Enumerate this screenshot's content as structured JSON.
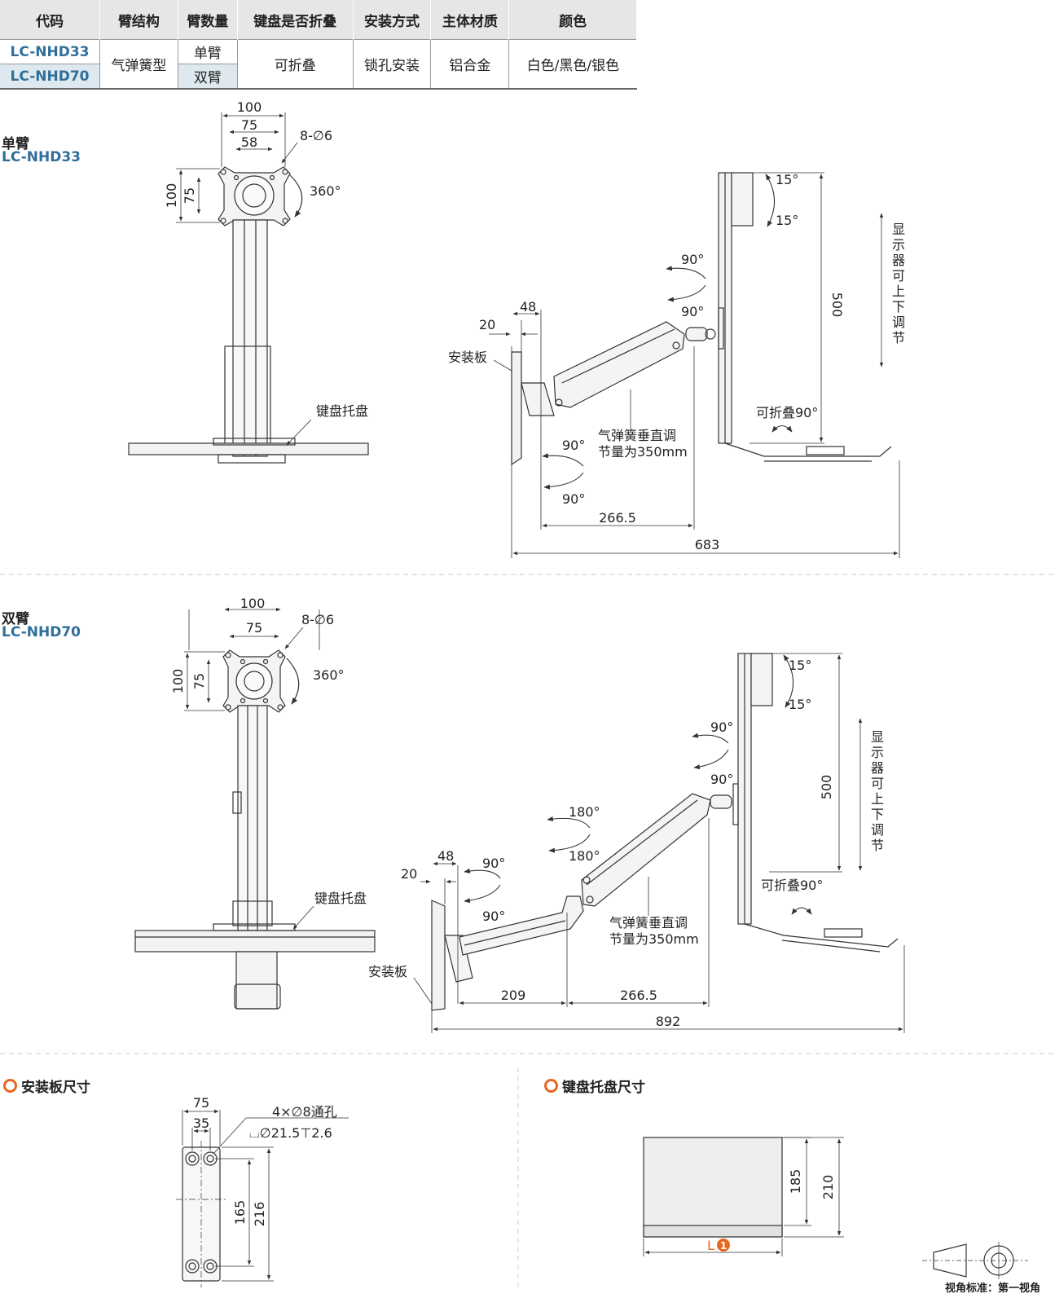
{
  "table": {
    "headers": [
      "代码",
      "臂结构",
      "臂数量",
      "键盘是否折叠",
      "安装方式",
      "主体材质",
      "颜色"
    ],
    "codes": [
      "LC-NHD33",
      "LC-NHD70"
    ],
    "structure": "气弹簧型",
    "arm_counts": [
      "单臂",
      "双臂"
    ],
    "keyboard_fold": "可折叠",
    "mounting": "锁孔安装",
    "material": "铝合金",
    "color": "白色/黑色/银色"
  },
  "single": {
    "title": "单臂",
    "code": "LC-NHD33",
    "front": {
      "w100": "100",
      "w75": "75",
      "w58": "58",
      "holes": "8-∅6",
      "h100": "100",
      "h75": "75",
      "rotate": "360°",
      "tray_label": "键盘托盘"
    },
    "side": {
      "tilt_up": "15°",
      "tilt_down": "15°",
      "swivel_up": "90°",
      "swivel_down": "90°",
      "base_up": "90°",
      "base_down": "90°",
      "d48": "48",
      "d20": "20",
      "plate_label": "安装板",
      "spring_line1": "气弹簧垂直调",
      "spring_line2": "节量为350mm",
      "fold_label": "可折叠90°",
      "height500": "500",
      "d266": "266.5",
      "d683": "683",
      "vertical_note": "显示器可上下调节"
    }
  },
  "double": {
    "title": "双臂",
    "code": "LC-NHD70",
    "front": {
      "w100": "100",
      "w75": "75",
      "holes": "8-∅6",
      "h100": "100",
      "h75": "75",
      "rotate": "360°",
      "tray_label": "键盘托盘"
    },
    "side": {
      "tilt_up": "15°",
      "tilt_down": "15°",
      "swivel_up": "90°",
      "swivel_down": "90°",
      "mid_up": "180°",
      "mid_down": "180°",
      "base_up": "90°",
      "base_down": "90°",
      "d48": "48",
      "d20": "20",
      "plate_label": "安装板",
      "spring_line1": "气弹簧垂直调",
      "spring_line2": "节量为350mm",
      "fold_label": "可折叠90°",
      "height500": "500",
      "d209": "209",
      "d266": "266.5",
      "d892": "892",
      "vertical_note": "显示器可上下调节"
    }
  },
  "plate": {
    "title": "安装板尺寸",
    "w75": "75",
    "w35": "35",
    "holes": "4×∅8通孔",
    "cbore": "⌴∅21.5⊤2.6",
    "h165": "165",
    "h216": "216"
  },
  "tray": {
    "title": "键盘托盘尺寸",
    "h185": "185",
    "h210": "210",
    "length": "L",
    "note_num": "1"
  },
  "footer": "视角标准：第一视角",
  "colors": {
    "accent": "#e8661f",
    "code": "#2f6f9a",
    "tint": "#dde9ee"
  }
}
